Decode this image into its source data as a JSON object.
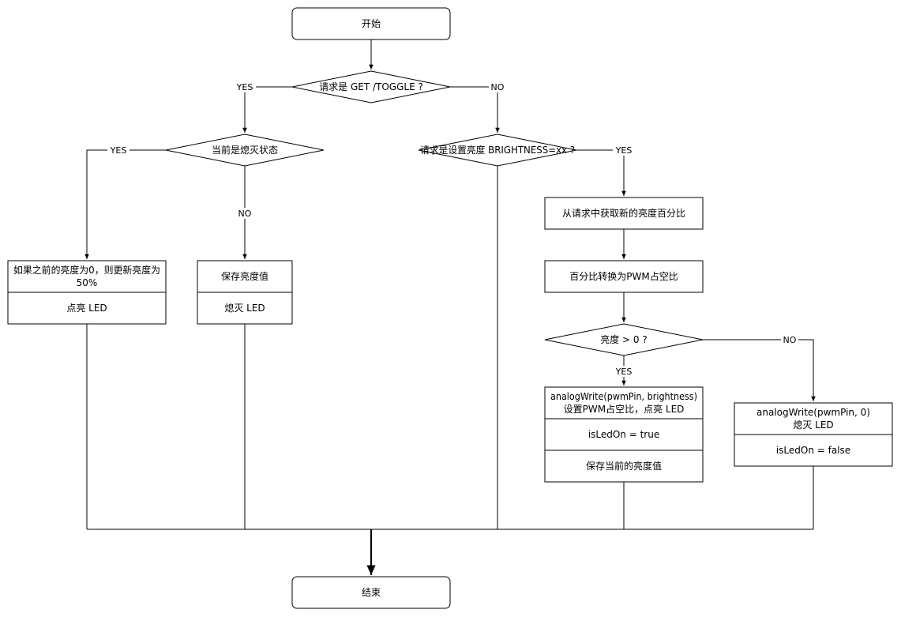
{
  "nodes": {
    "start": "开始",
    "d_get_toggle": "请求是 GET /TOGGLE ?",
    "d_led_off": "当前是熄灭状态",
    "d_brightness": "请求是设置亮度 BRIGHTNESS=xx ?",
    "box_restore_line1": "如果之前的亮度为0，则更新亮度为",
    "box_restore_line2": "50%",
    "box_light_on": "点亮 LED",
    "box_save_brightness": "保存亮度值",
    "box_turn_off": "熄灭 LED",
    "box_get_percent": "从请求中获取新的亮度百分比",
    "box_convert_pwm": "百分比转换为PWM占空比",
    "d_brightness_gt0": "亮度 > 0 ?",
    "box_analog_write_line1": "analogWrite(pwmPin, brightness)",
    "box_analog_write_line2": "设置PWM占空比，点亮 LED",
    "box_is_led_on_true": "isLedOn = true",
    "box_save_current": "保存当前的亮度值",
    "box_analog_write_zero_line1": "analogWrite(pwmPin, 0)",
    "box_analog_write_zero_line2": "熄灭 LED",
    "box_is_led_on_false": "isLedOn = false",
    "end": "结束"
  },
  "edge_labels": {
    "get_yes": "YES",
    "get_no": "NO",
    "off_yes": "YES",
    "off_no": "NO",
    "brightness_yes": "YES",
    "gt0_yes": "YES",
    "gt0_no": "NO"
  },
  "colors": {
    "stroke": "#000000",
    "fill": "#ffffff",
    "text": "#000000"
  }
}
